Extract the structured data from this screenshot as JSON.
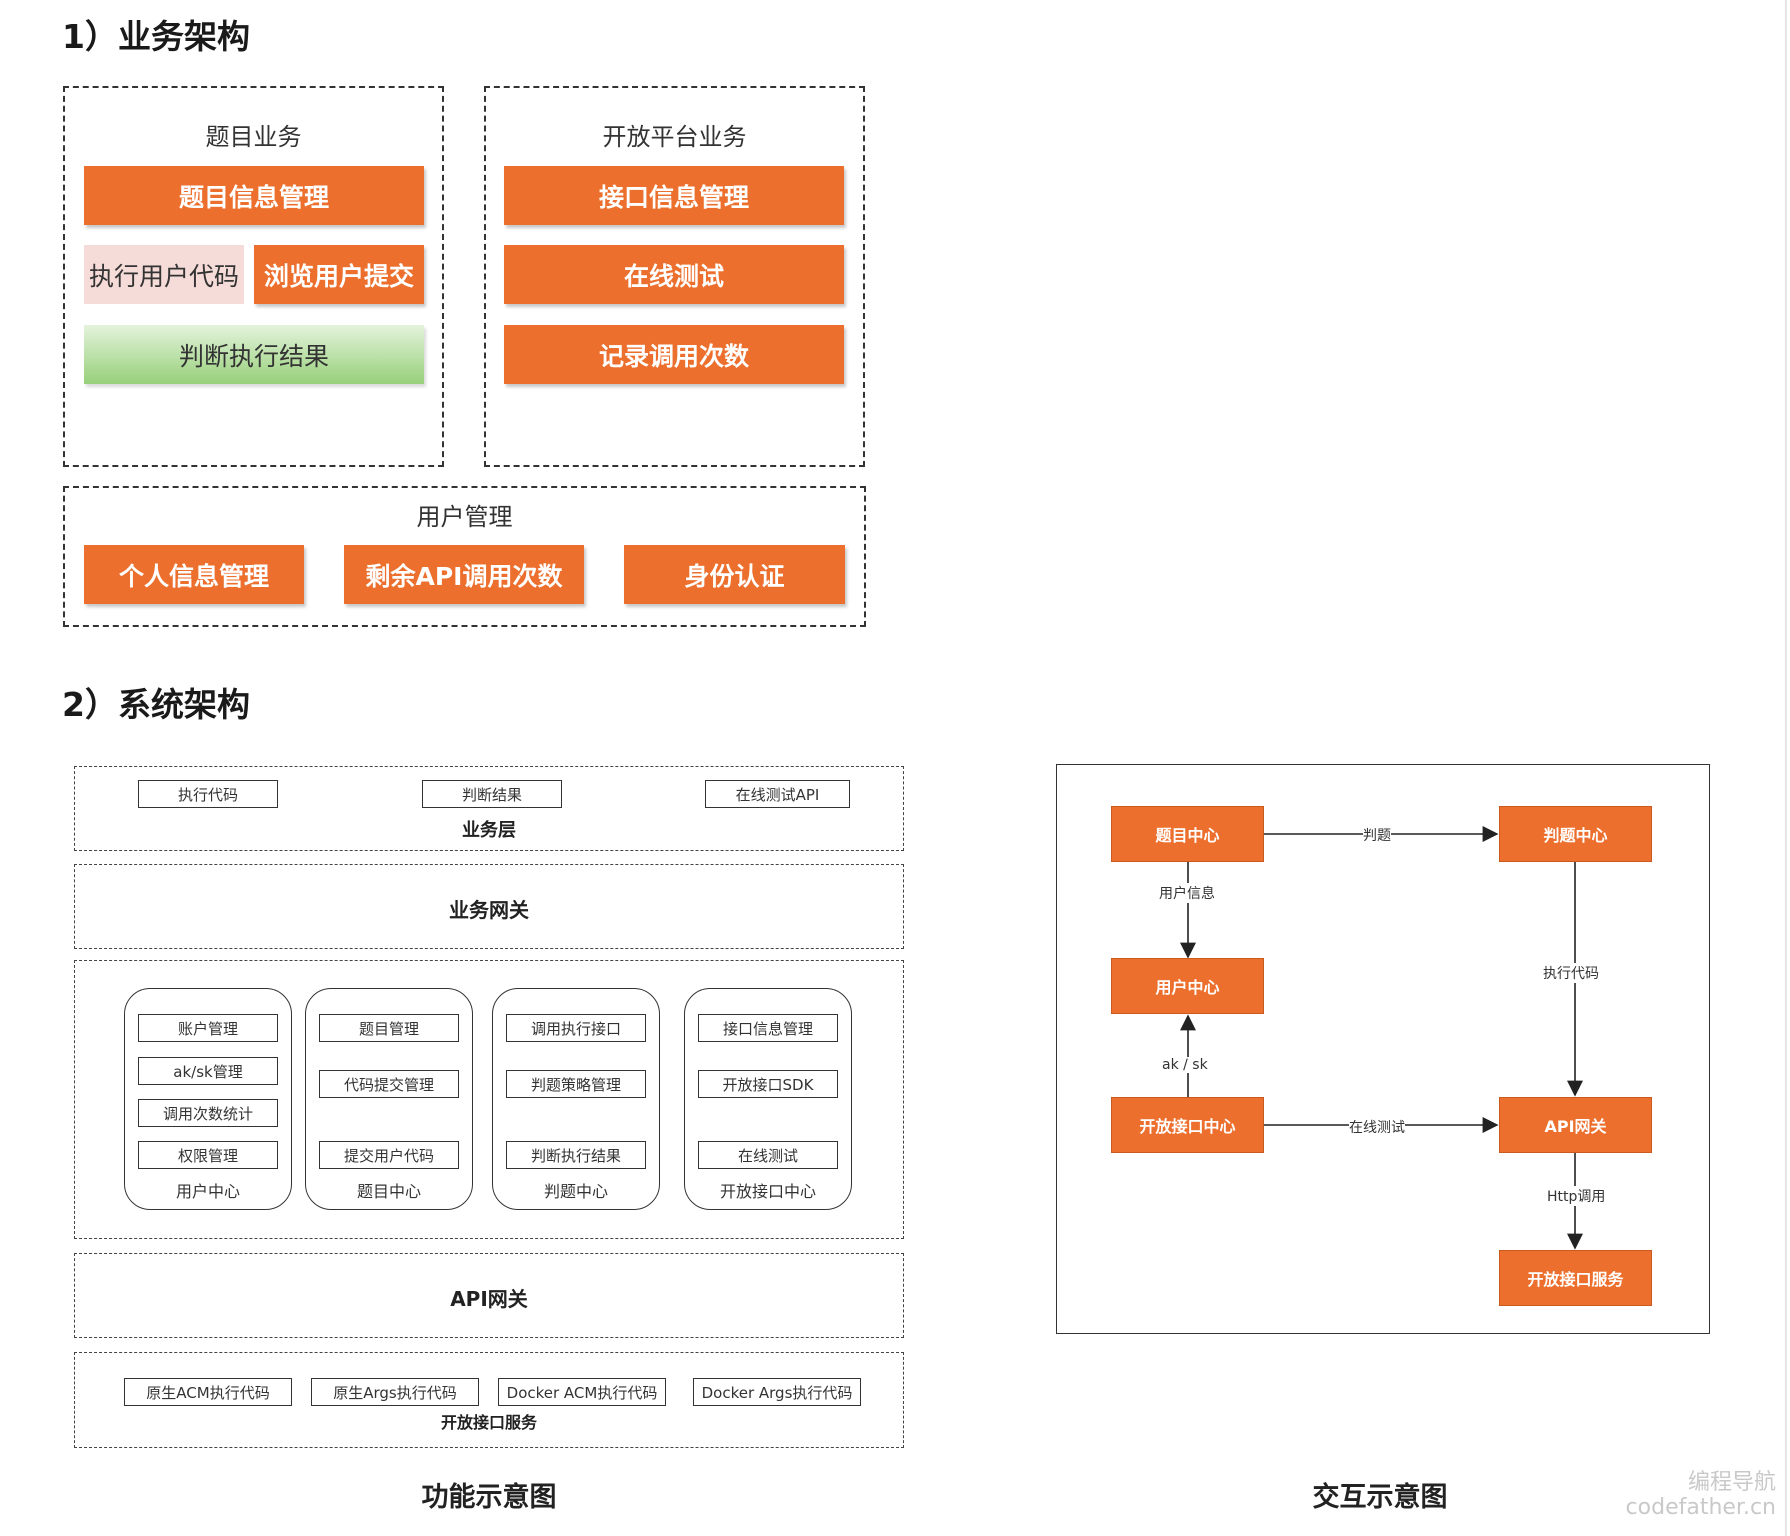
{
  "headings": {
    "business": "1）业务架构",
    "system": "2）系统架构"
  },
  "business": {
    "problem": {
      "title": "题目业务",
      "info_mgmt": "题目信息管理",
      "exec_code": "执行用户代码",
      "browse_submit": "浏览用户提交",
      "judge_result": "判断执行结果"
    },
    "open": {
      "title": "开放平台业务",
      "api_info": "接口信息管理",
      "online_test": "在线测试",
      "record_calls": "记录调用次数"
    },
    "user": {
      "title": "用户管理",
      "personal_info": "个人信息管理",
      "remaining_calls": "剩余API调用次数",
      "identity": "身份认证"
    }
  },
  "functional": {
    "biz_layer": {
      "items": [
        "执行代码",
        "判断结果",
        "在线测试API"
      ],
      "label": "业务层"
    },
    "biz_gateway": "业务网关",
    "centers": [
      {
        "items": [
          "账户管理",
          "ak/sk管理",
          "调用次数统计",
          "权限管理"
        ],
        "label": "用户中心"
      },
      {
        "items": [
          "题目管理",
          "代码提交管理",
          "提交用户代码"
        ],
        "label": "题目中心"
      },
      {
        "items": [
          "调用执行接口",
          "判题策略管理",
          "判断执行结果"
        ],
        "label": "判题中心"
      },
      {
        "items": [
          "接口信息管理",
          "开放接口SDK",
          "在线测试"
        ],
        "label": "开放接口中心"
      }
    ],
    "api_gateway": "API网关",
    "open_service": {
      "items": [
        "原生ACM执行代码",
        "原生Args执行代码",
        "Docker ACM执行代码",
        "Docker Args执行代码"
      ],
      "label": "开放接口服务"
    },
    "caption": "功能示意图"
  },
  "interaction": {
    "nodes": {
      "problem_center": "题目中心",
      "judge_center": "判题中心",
      "user_center": "用户中心",
      "open_api_center": "开放接口中心",
      "api_gateway": "API网关",
      "open_api_service": "开放接口服务"
    },
    "edges": {
      "judge": "判题",
      "user_info": "用户信息",
      "exec_code": "执行代码",
      "ak_sk": "ak / sk",
      "online_test": "在线测试",
      "http_call": "Http调用"
    },
    "caption": "交互示意图"
  },
  "watermark": {
    "line1": "编程导航",
    "line2": "codefather.cn"
  },
  "colors": {
    "orange": "#ec6f2d",
    "pink": "#f6dcd8",
    "green": "#97d07a"
  }
}
